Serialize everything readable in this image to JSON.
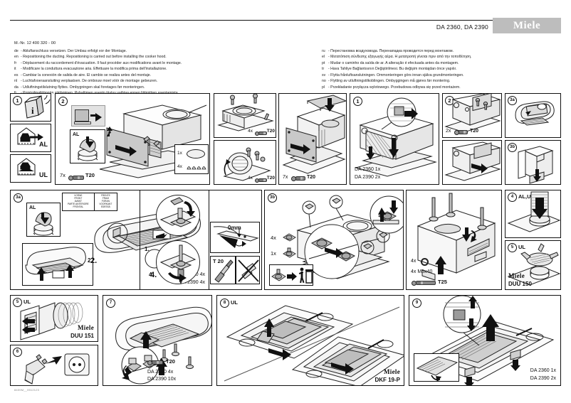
{
  "header": {
    "models": "DA 2360, DA 2390",
    "brand": "Miele",
    "material_number": "M.-Nr. 12 400 320 - 00"
  },
  "languages_left": [
    {
      "code": "de",
      "text": "Abluftanschluss versetzen. Der Umbau erfolgt vor der Montage."
    },
    {
      "code": "en",
      "text": "Repositioning the ducting. Repositioning is carried out before installing the cooker hood."
    },
    {
      "code": "fr",
      "text": "Déplacement du raccordement d'évacuation. Il faut procéder aux modifications avant le montage."
    },
    {
      "code": "it",
      "text": "Modificare la conduttura evacuazione aria. Effettuare la modifica prima dell'installazione."
    },
    {
      "code": "es",
      "text": "Cambiar la conexión de salida de aire. El cambio se realiza antes del montaje."
    },
    {
      "code": "nl",
      "text": "Luchtafvoeraansluiting verplaatsen. De ombouw moet vóór de montage gebeuren."
    },
    {
      "code": "da",
      "text": "Udluftningstilslutning flyttes. Ombygningen skal foretages før monteringen."
    },
    {
      "code": "fi",
      "text": "Poistoilmaliitännän siirtäminen. Puhaltimen asento täytyy vaihtaa ennen liitäntöjen asentamista."
    }
  ],
  "languages_right": [
    {
      "code": "ru",
      "text": "Перестановка воздуховода. Перенападка проводится перед монтажом."
    },
    {
      "code": "el",
      "text": "Μετατόπιση σύνδεσης εξαγωγής αέρα. Η μετατροπή γίνεται πριν από την τοποθέτηση."
    },
    {
      "code": "pt",
      "text": "Mudar o caminho da saída de ar. A alteração é efectuada antes da montagem."
    },
    {
      "code": "tr",
      "text": "Hava Tahliye Bağlantısının Değiştirilmesi. Bu değişim montajdan önce yapılır."
    },
    {
      "code": "sv",
      "text": "Flytta frånluftsanslutningen. Ommonteringen görs innan själva grundmonteringen."
    },
    {
      "code": "no",
      "text": "Flytting av utluftningstilkoblingen. Ombyggingen må gjøres før montering."
    },
    {
      "code": "pl",
      "text": "Przekładanie przyłącza wylotowego. Przebudowa odbywa się przed montażem."
    }
  ],
  "panels": {
    "p1": {
      "step": "1",
      "icons": [
        "info-icon",
        "al-icon",
        "ul-icon"
      ],
      "label_al": "AL",
      "label_ul": "UL"
    },
    "p2": {
      "step": "2",
      "inset_label": "AL",
      "tool": "7x",
      "bit": "T20",
      "parts_1x": "1x",
      "parts_4x": "4x"
    },
    "p2b": {
      "tool": "4x",
      "bit": "T20"
    },
    "p2c": {
      "tool": "4x",
      "bit": "T20"
    },
    "p2d": {
      "tool": "7x",
      "bit": "T20"
    },
    "p_mid1": {
      "step": "1",
      "qty1": "DA 2360 1x",
      "qty2": "DA 2390 2x"
    },
    "p_mid2": {
      "step": "2",
      "tool": "2x",
      "bit": "T20"
    },
    "p3a_top": {
      "step": "3a"
    },
    "p3b_top": {
      "step": "3b"
    },
    "p3a": {
      "step": "3a",
      "inset_label": "AL",
      "front_left": "VORNE\nFRONT\nAVANT\nPARTE ANTERIORE\nFRONTAL",
      "front_right": "FRENTE\nFRAM\nFORAN\nVOORKANT\nEDESSÄ",
      "num1": "1.",
      "num2": "2.",
      "num3": "3.",
      "num4": "4.",
      "qty1": "DA 2360 4x",
      "qty2": "DA 2390 4x",
      "gap": "0mm",
      "tool_label": "T 20"
    },
    "p3b": {
      "step": "3b",
      "qty_4x": "4x",
      "qty_1x": "1x",
      "bin_icon": "dispose-icon"
    },
    "p_anchor": {
      "qty_washer": "4x",
      "qty_bolt": "4x M5x40",
      "bit": "T25"
    },
    "p4": {
      "step": "4",
      "label": "AL,UL"
    },
    "p5a": {
      "step": "5",
      "label": "UL",
      "brand": "Miele",
      "accessory": "DUU 150"
    },
    "p5b": {
      "step": "5",
      "label": "UL",
      "brand": "Miele",
      "accessory": "DUU 151"
    },
    "p6": {
      "step": "6",
      "icon": "power-plug-icon"
    },
    "p7": {
      "step": "7",
      "bit": "T20",
      "qty1": "DA 2360 4x",
      "qty2": "DA 2390 10x"
    },
    "p8": {
      "step": "8",
      "label": "UL",
      "brand": "Miele",
      "accessory": "DKF 19-P"
    },
    "p9": {
      "step": "9",
      "qty1": "DA 2360 1x",
      "qty2": "DA 2390 2x"
    }
  },
  "footer": {
    "code": "8409M__0512123"
  }
}
